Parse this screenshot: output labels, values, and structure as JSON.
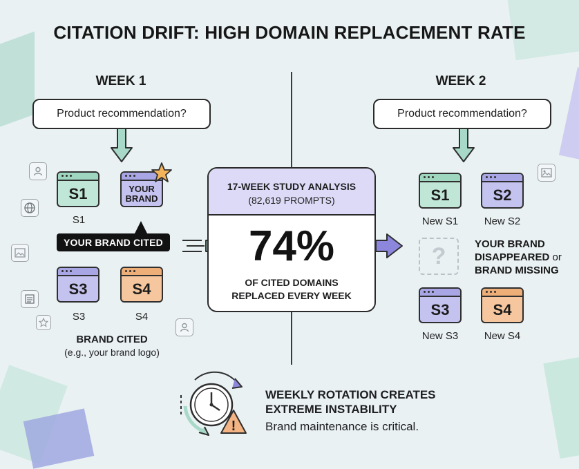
{
  "title": "CITATION DRIFT: HIGH DOMAIN REPLACEMENT RATE",
  "week1": {
    "heading": "WEEK 1",
    "prompt": "Product recommendation?",
    "tiles": {
      "s1": "S1",
      "brand": "YOUR BRAND",
      "s3": "S3",
      "s4": "S4"
    },
    "captions": {
      "s1": "S1",
      "s3": "S3",
      "s4": "S4"
    },
    "brand_cited_label": "YOUR BRAND CITED",
    "footer_title": "BRAND CITED",
    "footer_sub": "(e.g., your brand logo)"
  },
  "study": {
    "heading": "17-WEEK STUDY ANALYSIS",
    "subheading": "(82,619 PROMPTS)",
    "percent": "74%",
    "desc_line1": "OF CITED DOMAINS",
    "desc_line2": "REPLACED EVERY WEEK"
  },
  "week2": {
    "heading": "WEEK 2",
    "prompt": "Product recommendation?",
    "tiles": {
      "s1": "S1",
      "s2": "S2",
      "missing": "?",
      "s3": "S3",
      "s4": "S4"
    },
    "captions": {
      "s1": "New S1",
      "s2": "New S2",
      "s3": "New S3",
      "s4": "New S4"
    },
    "missing_line1": "YOUR BRAND",
    "missing_line2a": "DISAPPEARED",
    "missing_line2b": " or",
    "missing_line3": "BRAND MISSING"
  },
  "footer": {
    "title_line1": "WEEKLY ROTATION CREATES",
    "title_line2": "EXTREME INSTABILITY",
    "subtitle": "Brand maintenance is critical.",
    "warning_mark": "!"
  },
  "colors": {
    "background": "#e9f1f3",
    "green_tile": "#bfe6d6",
    "purple_tile": "#c4c2ef",
    "orange_tile": "#f6c79e",
    "arrow_green": "#a8d9c8",
    "arrow_purple": "#8c87dc",
    "star": "#f2b35a",
    "warning": "#f3b383"
  },
  "icons": [
    "user-icon",
    "globe-icon",
    "image-icon",
    "document-icon",
    "star-icon",
    "clock-icon",
    "warning-icon"
  ]
}
